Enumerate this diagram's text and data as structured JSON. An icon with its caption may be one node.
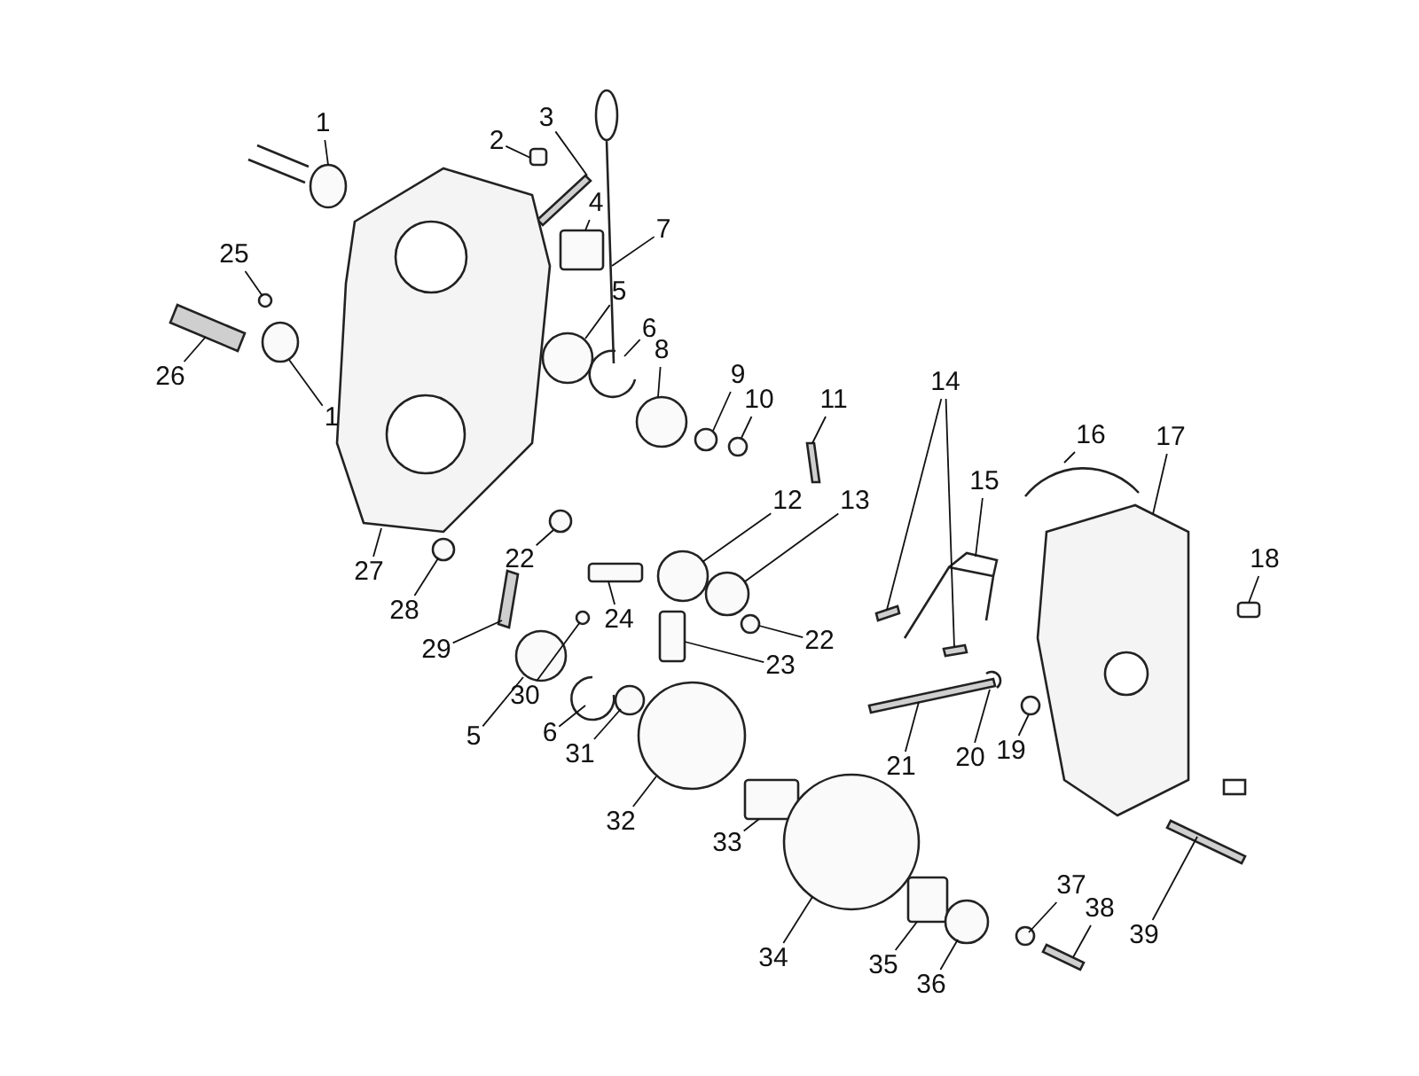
{
  "diagram": {
    "nodes": [
      {
        "text": [
          "1"
        ]
      },
      {
        "text": [
          "1"
        ]
      },
      {
        "text": [
          "2"
        ]
      },
      {
        "text": [
          "3"
        ]
      },
      {
        "text": [
          "4"
        ]
      },
      {
        "text": [
          "5"
        ]
      },
      {
        "text": [
          "5"
        ]
      },
      {
        "text": [
          "6"
        ]
      },
      {
        "text": [
          "6"
        ]
      },
      {
        "text": [
          "7"
        ]
      },
      {
        "text": [
          "8"
        ]
      },
      {
        "text": [
          "9"
        ]
      },
      {
        "text": [
          "10"
        ]
      },
      {
        "text": [
          "11"
        ]
      },
      {
        "text": [
          "12"
        ]
      },
      {
        "text": [
          "13"
        ]
      },
      {
        "text": [
          "14"
        ]
      },
      {
        "text": [
          "15"
        ]
      },
      {
        "text": [
          "16"
        ]
      },
      {
        "text": [
          "17"
        ]
      },
      {
        "text": [
          "18"
        ]
      },
      {
        "text": [
          "19"
        ]
      },
      {
        "text": [
          "20"
        ]
      },
      {
        "text": [
          "21"
        ]
      },
      {
        "text": [
          "22"
        ]
      },
      {
        "text": [
          "22"
        ]
      },
      {
        "text": [
          "23"
        ]
      },
      {
        "text": [
          "24"
        ]
      },
      {
        "text": [
          "25"
        ]
      },
      {
        "text": [
          "26"
        ]
      },
      {
        "text": [
          "27"
        ]
      },
      {
        "text": [
          "28"
        ]
      },
      {
        "text": [
          "29"
        ]
      },
      {
        "text": [
          "30"
        ]
      },
      {
        "text": [
          "31"
        ]
      },
      {
        "text": [
          "32"
        ]
      },
      {
        "text": [
          "33"
        ]
      },
      {
        "text": [
          "34"
        ]
      },
      {
        "text": [
          "35"
        ]
      },
      {
        "text": [
          "36"
        ]
      },
      {
        "text": [
          "37"
        ]
      },
      {
        "text": [
          "38"
        ]
      },
      {
        "text": [
          "39"
        ]
      },
      {
        "text": [],
        "shape": "circle"
      },
      {
        "text": [],
        "shape": "circle"
      },
      {
        "text": [],
        "shape": "box"
      },
      {
        "text": [],
        "shape": "bar"
      },
      {
        "text": [],
        "shape": "box"
      },
      {
        "text": [],
        "shape": "circle"
      },
      {
        "text": [],
        "shape": "circle"
      },
      {
        "text": [],
        "shape": "picture"
      },
      {
        "text": [],
        "shape": "picture"
      },
      {
        "text": [],
        "shape": "picture"
      },
      {
        "text": [],
        "shape": "circle"
      },
      {
        "text": [],
        "shape": "circle"
      },
      {
        "text": [],
        "shape": "circle"
      },
      {
        "text": [],
        "shape": "bar"
      },
      {
        "text": [],
        "shape": "circle"
      },
      {
        "text": [],
        "shape": "circle"
      },
      {
        "text": [],
        "shape": "bar"
      },
      {
        "text": [],
        "shape": "bar"
      },
      {
        "text": [],
        "shape": "picture"
      },
      {
        "text": [],
        "shape": "picture"
      },
      {
        "text": [],
        "shape": "picture"
      },
      {
        "text": [],
        "shape": "box"
      },
      {
        "text": [],
        "shape": "circle"
      },
      {
        "text": [],
        "shape": "picture"
      },
      {
        "text": [],
        "shape": "bar"
      },
      {
        "text": [],
        "shape": "circle"
      },
      {
        "text": [],
        "shape": "circle"
      },
      {
        "text": [],
        "shape": "box"
      },
      {
        "text": [],
        "shape": "box"
      },
      {
        "text": [],
        "shape": "circle"
      },
      {
        "text": [],
        "shape": "bar"
      },
      {
        "text": [],
        "shape": "picture"
      },
      {
        "text": [],
        "shape": "circle"
      },
      {
        "text": [],
        "shape": "bar"
      },
      {
        "text": [],
        "shape": "circle"
      },
      {
        "text": [],
        "shape": "circle"
      },
      {
        "text": [],
        "shape": "circle"
      },
      {
        "text": [],
        "shape": "box"
      },
      {
        "text": [],
        "shape": "circle"
      },
      {
        "text": [],
        "shape": "box"
      },
      {
        "text": [],
        "shape": "circle"
      },
      {
        "text": [],
        "shape": "circle"
      },
      {
        "text": [],
        "shape": "bar"
      },
      {
        "text": [],
        "shape": "bar"
      }
    ],
    "edges": [
      {
        "from": 0,
        "to": 43,
        "arrow": "none"
      },
      {
        "from": 1,
        "to": 44,
        "arrow": "none"
      },
      {
        "from": 2,
        "to": 45,
        "arrow": "none"
      },
      {
        "from": 3,
        "to": 46,
        "arrow": "none"
      },
      {
        "from": 4,
        "to": 47,
        "arrow": "none"
      },
      {
        "from": 5,
        "to": 48,
        "arrow": "none"
      },
      {
        "from": 6,
        "to": 49,
        "arrow": "none"
      },
      {
        "from": 7,
        "to": 50,
        "arrow": "none"
      },
      {
        "from": 8,
        "to": 51,
        "arrow": "none"
      },
      {
        "from": 9,
        "to": 52,
        "arrow": "none"
      },
      {
        "from": 10,
        "to": 53,
        "arrow": "none"
      },
      {
        "from": 11,
        "to": 54,
        "arrow": "none"
      },
      {
        "from": 12,
        "to": 55,
        "arrow": "none"
      },
      {
        "from": 13,
        "to": 56,
        "arrow": "none"
      },
      {
        "from": 14,
        "to": 57,
        "arrow": "none"
      },
      {
        "from": 15,
        "to": 58,
        "arrow": "none"
      },
      {
        "from": 16,
        "to": 59,
        "arrow": "none"
      },
      {
        "from": 16,
        "to": 60,
        "arrow": "none"
      },
      {
        "from": 17,
        "to": 61,
        "arrow": "none"
      },
      {
        "from": 18,
        "to": 62,
        "arrow": "none"
      },
      {
        "from": 19,
        "to": 63,
        "arrow": "none"
      },
      {
        "from": 20,
        "to": 64,
        "arrow": "none"
      },
      {
        "from": 21,
        "to": 65,
        "arrow": "none"
      },
      {
        "from": 22,
        "to": 66,
        "arrow": "none"
      },
      {
        "from": 23,
        "to": 67,
        "arrow": "none"
      },
      {
        "from": 24,
        "to": 68,
        "arrow": "none"
      },
      {
        "from": 25,
        "to": 69,
        "arrow": "none"
      },
      {
        "from": 26,
        "to": 70,
        "arrow": "none"
      },
      {
        "from": 27,
        "to": 71,
        "arrow": "none"
      },
      {
        "from": 28,
        "to": 72,
        "arrow": "none"
      },
      {
        "from": 29,
        "to": 73,
        "arrow": "none"
      },
      {
        "from": 30,
        "to": 74,
        "arrow": "none"
      },
      {
        "from": 31,
        "to": 75,
        "arrow": "none"
      },
      {
        "from": 32,
        "to": 76,
        "arrow": "none"
      },
      {
        "from": 33,
        "to": 77,
        "arrow": "none"
      },
      {
        "from": 34,
        "to": 78,
        "arrow": "none"
      },
      {
        "from": 35,
        "to": 79,
        "arrow": "none"
      },
      {
        "from": 36,
        "to": 80,
        "arrow": "none"
      },
      {
        "from": 37,
        "to": 81,
        "arrow": "none"
      },
      {
        "from": 38,
        "to": 82,
        "arrow": "none"
      },
      {
        "from": 39,
        "to": 83,
        "arrow": "none"
      },
      {
        "from": 40,
        "to": 84,
        "arrow": "none"
      },
      {
        "from": 41,
        "to": 85,
        "arrow": "none"
      },
      {
        "from": 42,
        "to": 86,
        "arrow": "none"
      }
    ]
  }
}
